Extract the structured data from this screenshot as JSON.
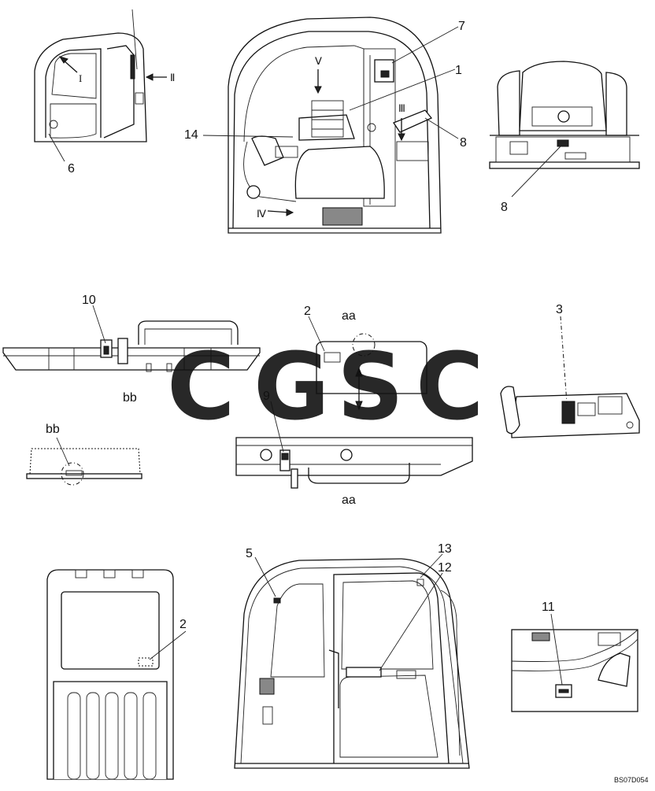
{
  "callouts": {
    "c1": "1",
    "c2a": "2",
    "c2b": "2",
    "c3": "3",
    "c5": "5",
    "c6": "6",
    "c7": "7",
    "c8a": "8",
    "c8b": "8",
    "c9": "9",
    "c10": "10",
    "c11": "11",
    "c12": "12",
    "c13": "13",
    "c14": "14"
  },
  "view_markers": {
    "I": "I",
    "II": "Ⅱ",
    "III": "Ⅲ",
    "IV": "Ⅳ",
    "V": "Ⅴ"
  },
  "detail_labels": {
    "aa_top": "aa",
    "aa_bottom": "aa",
    "bb_top": "bb",
    "bb_bottom": "bb"
  },
  "watermark": {
    "letters": [
      "C",
      "G",
      "S",
      "C"
    ],
    "colors": [
      "#4f8ef7",
      "#ee6e66",
      "#f9d04a",
      "#3fae7a"
    ]
  },
  "drawing_code": "BS07D054"
}
